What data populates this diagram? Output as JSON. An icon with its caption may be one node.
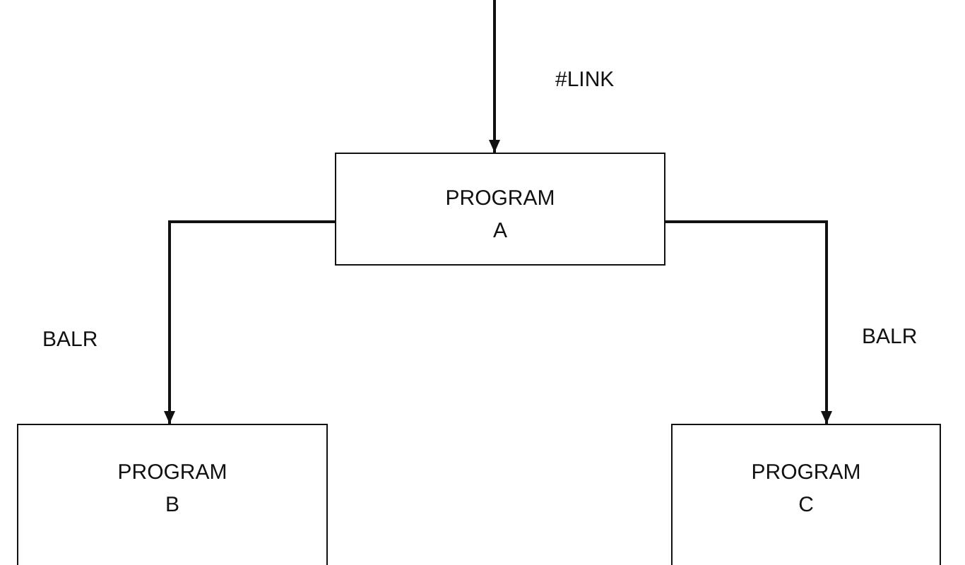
{
  "diagram": {
    "nodes": [
      {
        "text": [
          "PROGRAM A"
        ]
      },
      {
        "text": [
          "PROGRAM B"
        ]
      },
      {
        "text": [
          "PROGRAM C"
        ]
      }
    ],
    "edges": [
      {
        "from": null,
        "to": 0,
        "arrow": "to",
        "label": "#LINK"
      },
      {
        "from": 0,
        "to": 1,
        "arrow": "to",
        "label": "BALR"
      },
      {
        "from": 0,
        "to": 2,
        "arrow": "to",
        "label": "BALR"
      }
    ]
  }
}
